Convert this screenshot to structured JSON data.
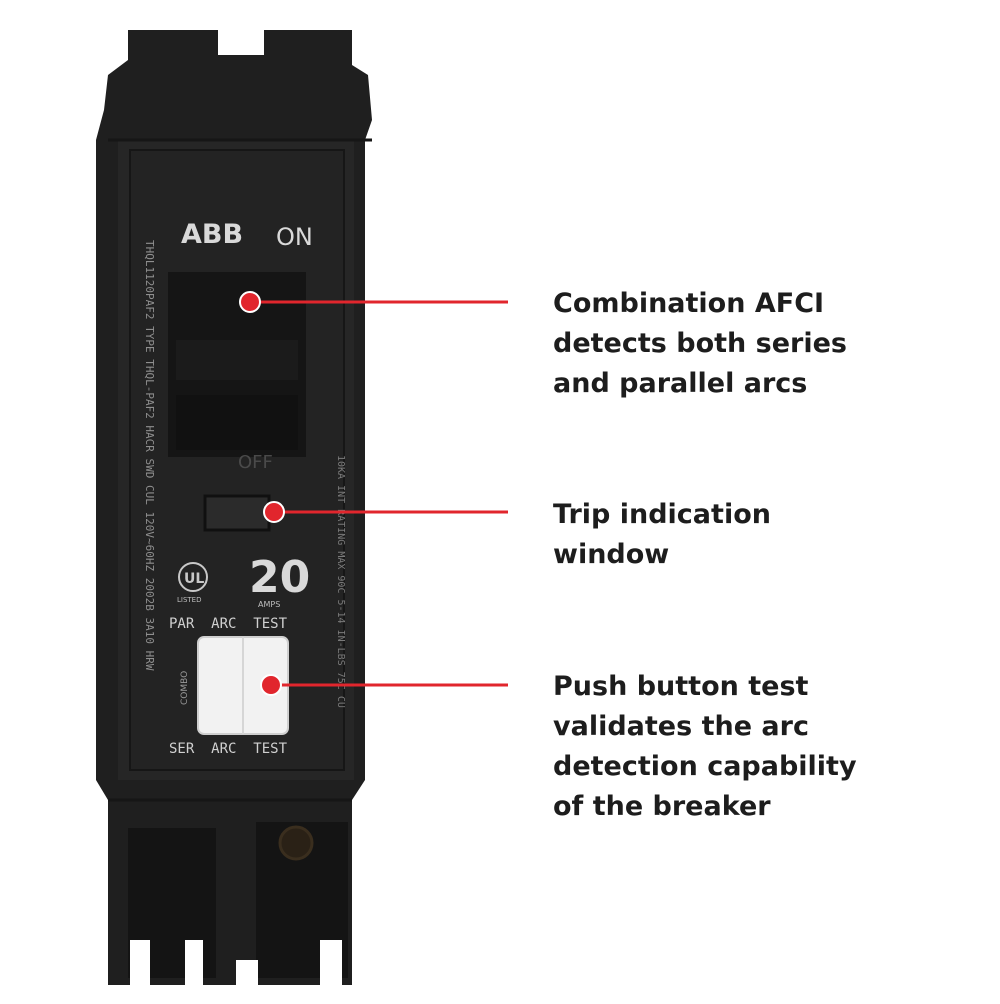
{
  "breaker": {
    "brand": "ABB",
    "on_label": "ON",
    "off_label": "OFF",
    "rating": "20",
    "rating_unit": "AMPS",
    "par_arc_test_label": "PAR  ARC  TEST",
    "ser_arc_test_label": "SER  ARC  TEST",
    "side_text_left": "THQL1120PAF2 TYPE THQL-PAF2 HACR SWD CUL 120V~60HZ 2002B 3A10 HRW",
    "side_text_right": "10KA INT RATING MAX 90C 5-14 IN-LBS 75C CU",
    "ul_mark": "UL",
    "ul_caption": "LISTED",
    "button_caption": "COMBO",
    "colors": {
      "body": "#1f1f1f",
      "body_highlight": "#333333",
      "test_button": "#f2f2f2",
      "callout_line": "#e1262d"
    }
  },
  "callouts": [
    {
      "lines": [
        "Combination AFCI",
        "detects both series",
        "and parallel arcs"
      ]
    },
    {
      "lines": [
        "Trip indication",
        "window"
      ]
    },
    {
      "lines": [
        "Push button test",
        "validates the arc",
        "detection capability",
        "of the breaker"
      ]
    }
  ]
}
